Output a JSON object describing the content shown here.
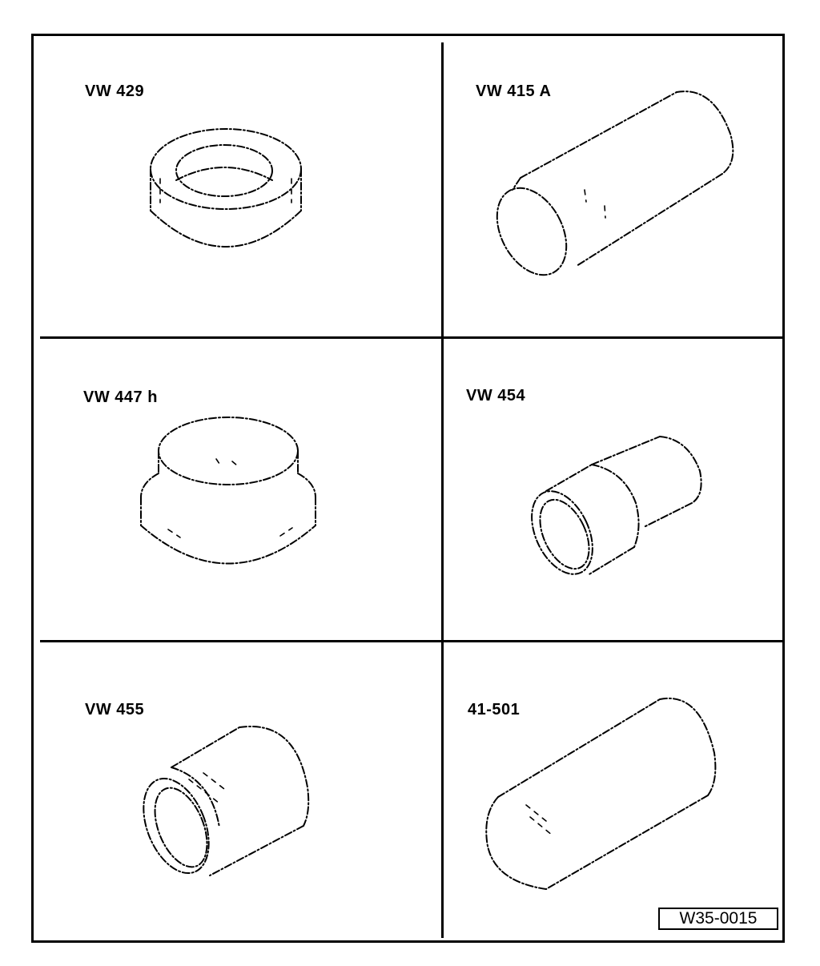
{
  "sheet": {
    "drawing_number": "W35-0015"
  },
  "tools": [
    {
      "id": "vw429",
      "label": "VW 429",
      "shape": "ring"
    },
    {
      "id": "vw415a",
      "label": "VW 415 A",
      "shape": "long-cylinder"
    },
    {
      "id": "vw447h",
      "label": "VW 447 h",
      "shape": "stepped-cup"
    },
    {
      "id": "vw454",
      "label": "VW 454",
      "shape": "stepped-sleeve"
    },
    {
      "id": "vw455",
      "label": "VW 455",
      "shape": "cup-sleeve"
    },
    {
      "id": "41501",
      "label": "41-501",
      "shape": "long-cylinder"
    }
  ],
  "colors": {
    "line": "#000000",
    "background": "#ffffff"
  }
}
